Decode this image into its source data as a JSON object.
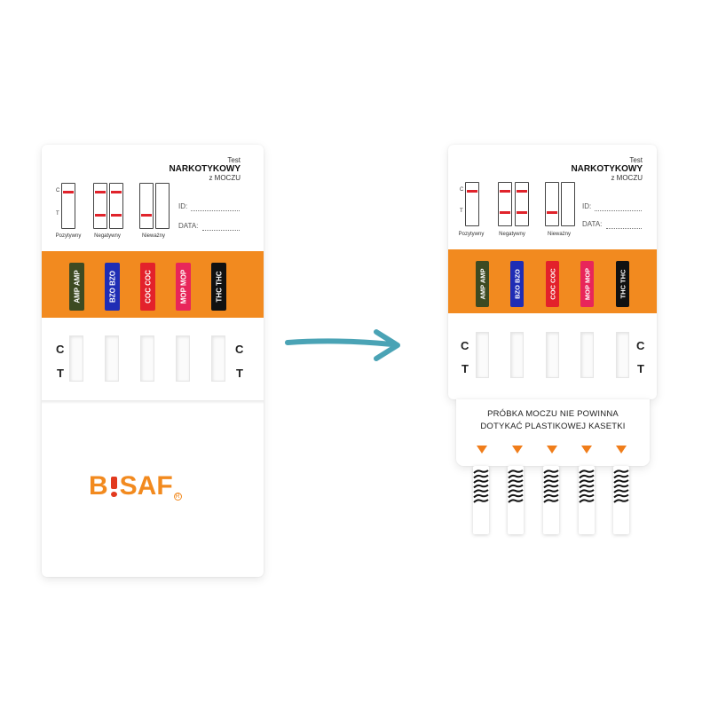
{
  "left_cassette": {
    "header": {
      "small_top": "Test",
      "big": "NARKOTYKOWY",
      "small_bottom": "z MOCZU"
    },
    "legend": {
      "c_mark": "C",
      "t_mark": "T",
      "positive": "Pozytywny",
      "negative": "Negatywny",
      "invalid": "Nieważny"
    },
    "fields": {
      "id": "ID:",
      "date": "DATA:"
    },
    "drugs": [
      {
        "code": "AMP",
        "color": "#3d4a22"
      },
      {
        "code": "BZO",
        "color": "#1f2db5"
      },
      {
        "code": "COC",
        "color": "#e3212b"
      },
      {
        "code": "MOP",
        "color": "#e8265a"
      },
      {
        "code": "THC",
        "color": "#111111"
      }
    ],
    "c_label": "C",
    "t_label": "T",
    "brand": {
      "text_pre": "B",
      "text_post": "SAF",
      "registered": "R",
      "accent": "#f28a1f"
    }
  },
  "right_cassette": {
    "header": {
      "small_top": "Test",
      "big": "NARKOTYKOWY",
      "small_bottom": "z MOCZU"
    },
    "legend": {
      "c_mark": "C",
      "t_mark": "T",
      "positive": "Pozytywny",
      "negative": "Negatywny",
      "invalid": "Nieważny"
    },
    "fields": {
      "id": "ID:",
      "date": "DATA:"
    },
    "drugs": [
      {
        "code": "AMP",
        "color": "#3d4a22"
      },
      {
        "code": "BZO",
        "color": "#1f2db5"
      },
      {
        "code": "COC",
        "color": "#e3212b"
      },
      {
        "code": "MOP",
        "color": "#e8265a"
      },
      {
        "code": "THC",
        "color": "#111111"
      }
    ],
    "c_label": "C",
    "t_label": "T",
    "warning": {
      "line1": "PRÓBKA MOCZU NIE POWINNA",
      "line2": "DOTYKAĆ PLASTIKOWEJ KASETKI"
    }
  },
  "arrow": {
    "color": "#4aa3b5",
    "icon": "arrow-right-icon"
  },
  "colors": {
    "orange": "#f28a1f",
    "red_line": "#e0232b"
  }
}
